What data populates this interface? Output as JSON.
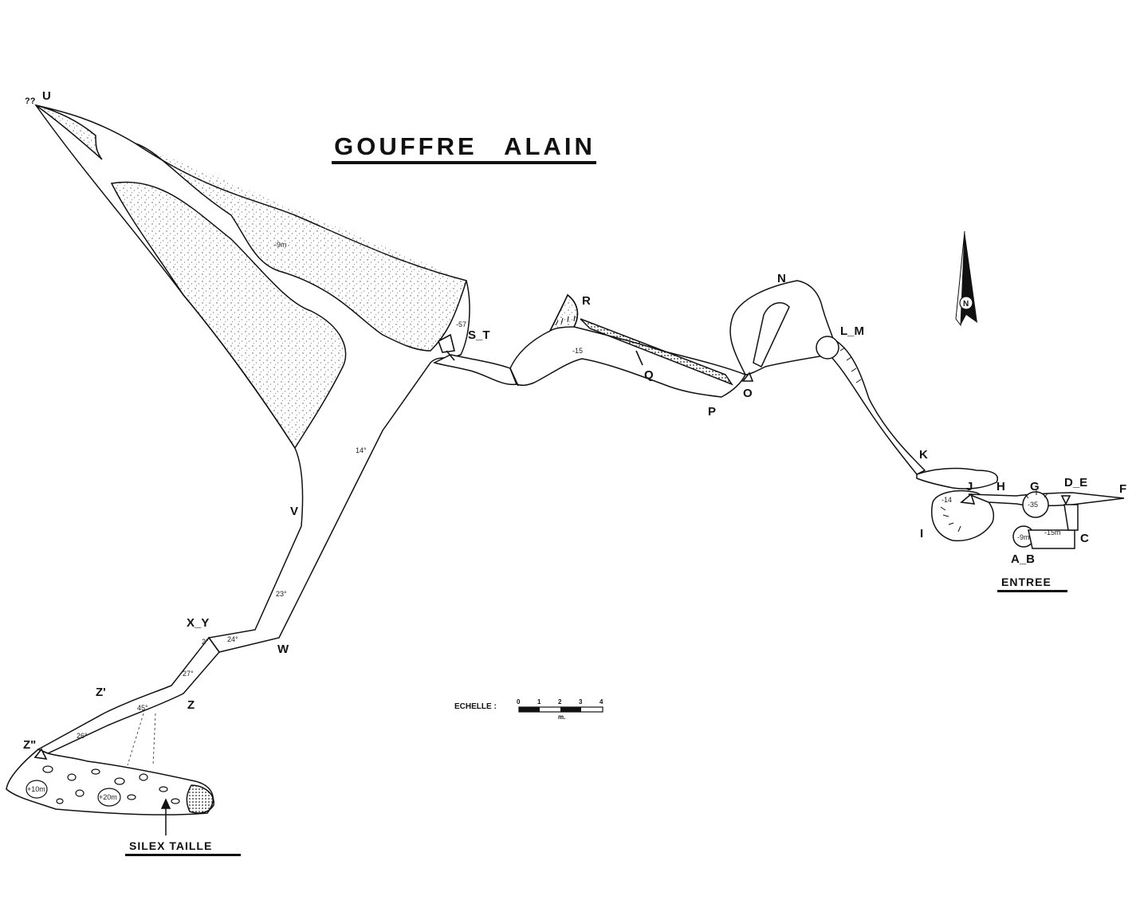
{
  "title": "GOUFFRE ALAIN",
  "north_label": "N",
  "scale": {
    "label": "ECHELLE :",
    "ticks": [
      "0",
      "1",
      "2",
      "3",
      "4"
    ],
    "unit": "m."
  },
  "stations": [
    {
      "id": "u",
      "text": "U"
    },
    {
      "id": "qq",
      "text": "??"
    },
    {
      "id": "st",
      "text": "S_T"
    },
    {
      "id": "r",
      "text": "R"
    },
    {
      "id": "q",
      "text": "Q"
    },
    {
      "id": "p",
      "text": "P"
    },
    {
      "id": "o",
      "text": "O"
    },
    {
      "id": "n",
      "text": "N"
    },
    {
      "id": "lm",
      "text": "L_M"
    },
    {
      "id": "k",
      "text": "K"
    },
    {
      "id": "j",
      "text": "J"
    },
    {
      "id": "h",
      "text": "H"
    },
    {
      "id": "g",
      "text": "G"
    },
    {
      "id": "de",
      "text": "D_E"
    },
    {
      "id": "f",
      "text": "F"
    },
    {
      "id": "i",
      "text": "I"
    },
    {
      "id": "c",
      "text": "C"
    },
    {
      "id": "ab",
      "text": "A_B"
    },
    {
      "id": "v",
      "text": "V"
    },
    {
      "id": "xy",
      "text": "X_Y"
    },
    {
      "id": "w",
      "text": "W"
    },
    {
      "id": "z1",
      "text": "Z'"
    },
    {
      "id": "z",
      "text": "Z"
    },
    {
      "id": "z2",
      "text": "Z\""
    }
  ],
  "depths": [
    {
      "id": "m9",
      "text": "-9m"
    },
    {
      "id": "m15r",
      "text": "-15"
    },
    {
      "id": "m14",
      "text": "-14"
    },
    {
      "id": "m35",
      "text": "-35"
    },
    {
      "id": "m15c",
      "text": "-15m"
    },
    {
      "id": "m9a",
      "text": "-9m"
    },
    {
      "id": "m10",
      "text": "+10m"
    },
    {
      "id": "m20",
      "text": "+20m"
    },
    {
      "id": "m57",
      "text": "-57"
    }
  ],
  "slopes": [
    {
      "id": "s14",
      "text": "14°"
    },
    {
      "id": "s23",
      "text": "23°"
    },
    {
      "id": "s24",
      "text": "24°"
    },
    {
      "id": "s27",
      "text": "27°"
    },
    {
      "id": "s45",
      "text": "45°"
    },
    {
      "id": "s26",
      "text": "26°"
    },
    {
      "id": "s2",
      "text": "2°"
    }
  ],
  "annotations": {
    "entree": "ENTREE",
    "silex": "SILEX TAILLE"
  },
  "colors": {
    "ink": "#111111",
    "paper": "#ffffff",
    "stipple": "#555555"
  }
}
